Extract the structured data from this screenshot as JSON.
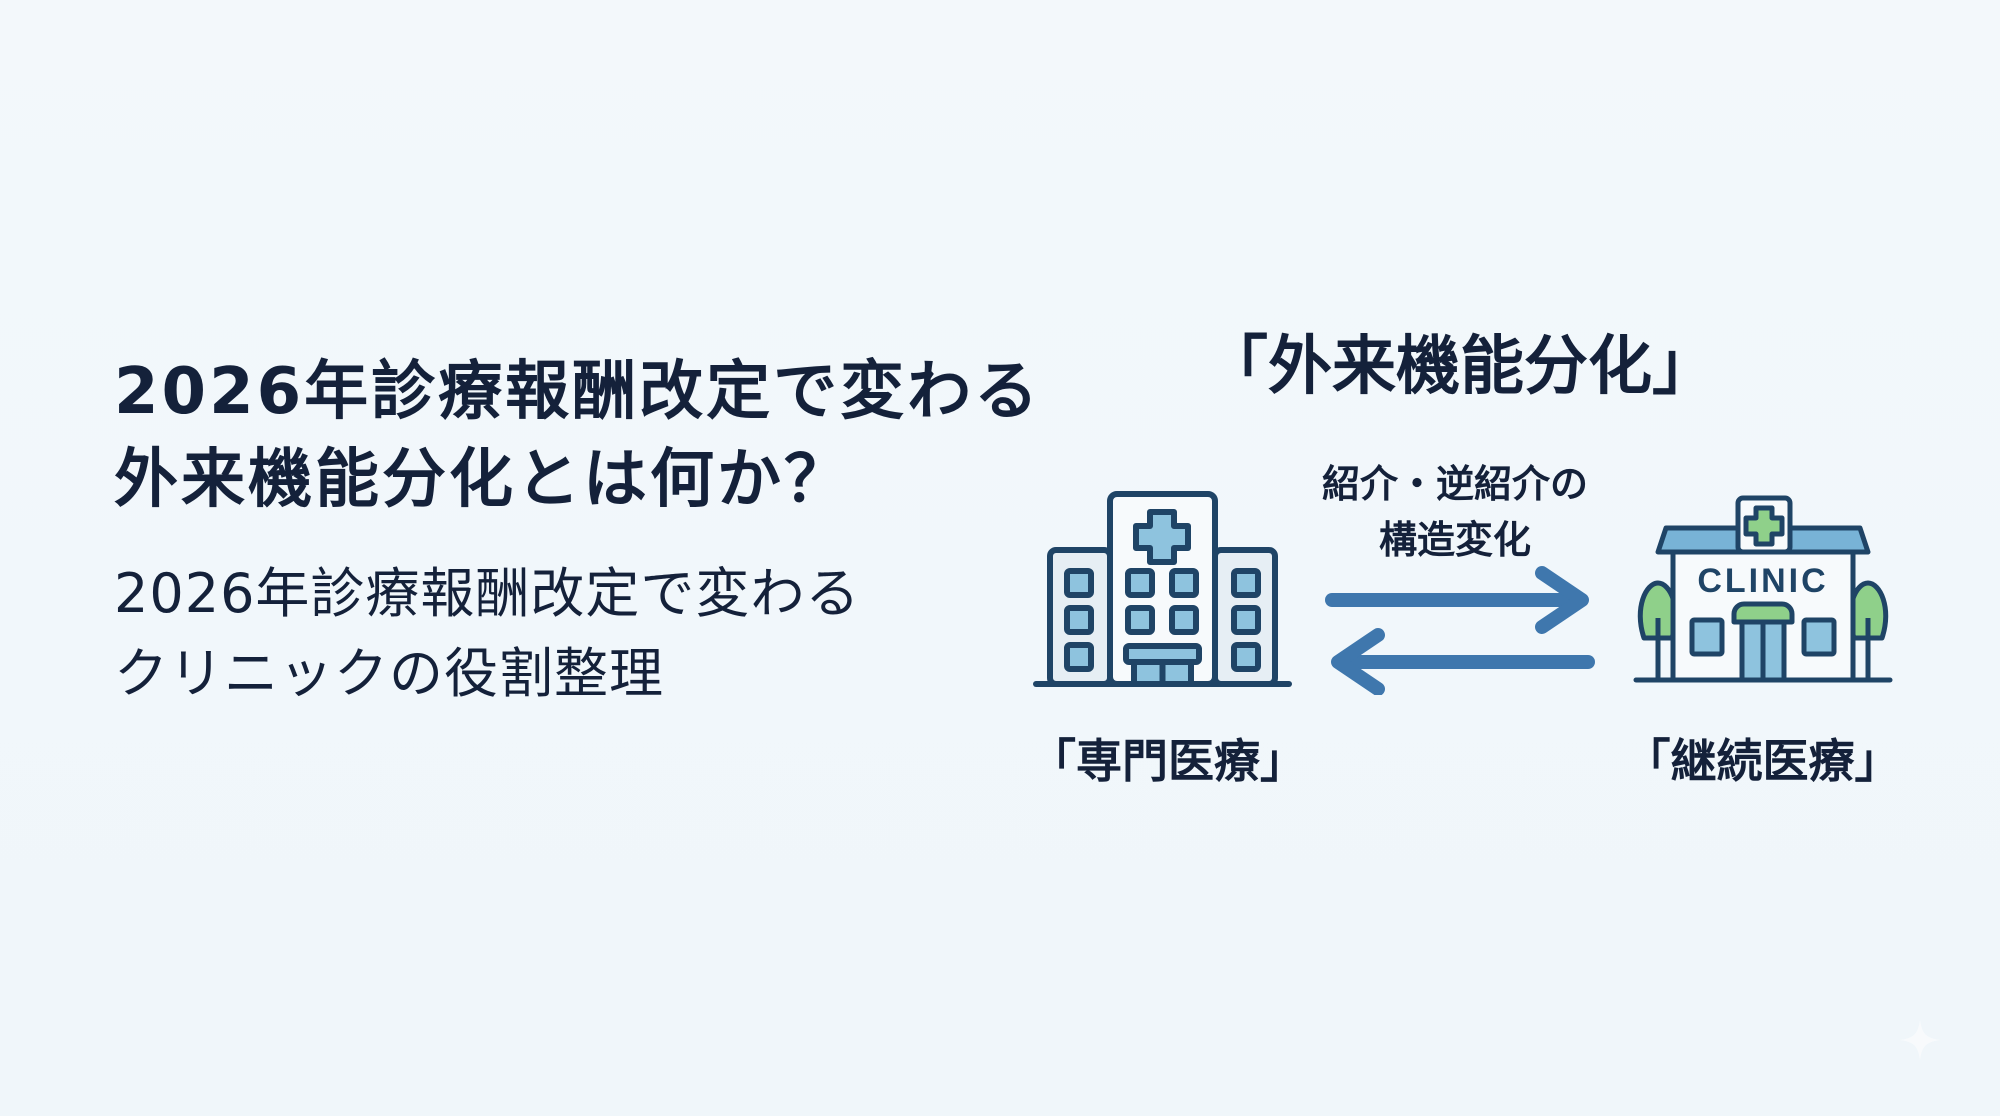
{
  "left": {
    "title_lines": [
      "2026年診療報酬改定で変わる",
      "外来機能分化とは何か？"
    ],
    "subtitle_lines": [
      "2026年診療報酬改定で変わる",
      "クリニックの役割整理"
    ]
  },
  "diagram": {
    "title": "「外来機能分化」",
    "flow_label_lines": [
      "紹介・逆紹介の",
      "構造変化"
    ],
    "left_node": {
      "icon": "hospital-icon",
      "label": "「専門医療」"
    },
    "right_node": {
      "icon": "clinic-icon",
      "sign_text": "CLINIC",
      "label": "「継続医療」"
    },
    "arrows": [
      {
        "direction": "right",
        "from": "専門医療",
        "to": "継続医療"
      },
      {
        "direction": "left",
        "from": "継続医療",
        "to": "専門医療"
      }
    ]
  },
  "colors": {
    "background": "#f2f8fb",
    "text": "#14213a",
    "icon_outline": "#1f4466",
    "hospital_fill": "#8ec3de",
    "building_fill": "#f7fafc",
    "side_fill": "#e6eef4",
    "clinic_roof": "#78b3d6",
    "clinic_green": "#8fd08a",
    "arrow": "#3f77ad"
  },
  "watermark": {
    "icon": "sparkle-icon"
  }
}
